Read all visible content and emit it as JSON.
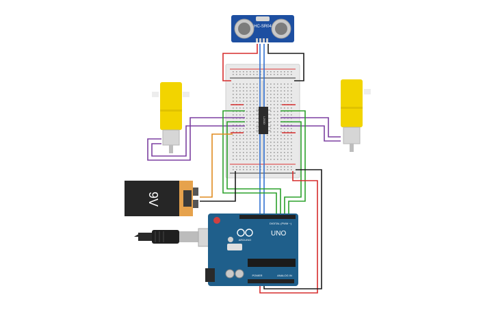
{
  "sensor": {
    "label": "HC-SR04"
  },
  "driver_chip": {
    "label": "L293D"
  },
  "battery": {
    "label": "9V"
  },
  "arduino": {
    "logo": "UNO",
    "brand": "ARDUINO",
    "digital_label": "DIGITAL (PWM ~)",
    "power_label": "POWER",
    "analog_label": "ANALOG IN"
  },
  "colors": {
    "wire_red": "#d62b2b",
    "wire_black": "#1a1a1a",
    "wire_green": "#2aa02a",
    "wire_purple": "#7b3fa0",
    "wire_orange": "#e08a1e",
    "wire_blue": "#2f6fd1",
    "motor_yellow": "#f2d400",
    "arduino_blue": "#1f5f8b",
    "sensor_blue": "#1d4fa1"
  }
}
